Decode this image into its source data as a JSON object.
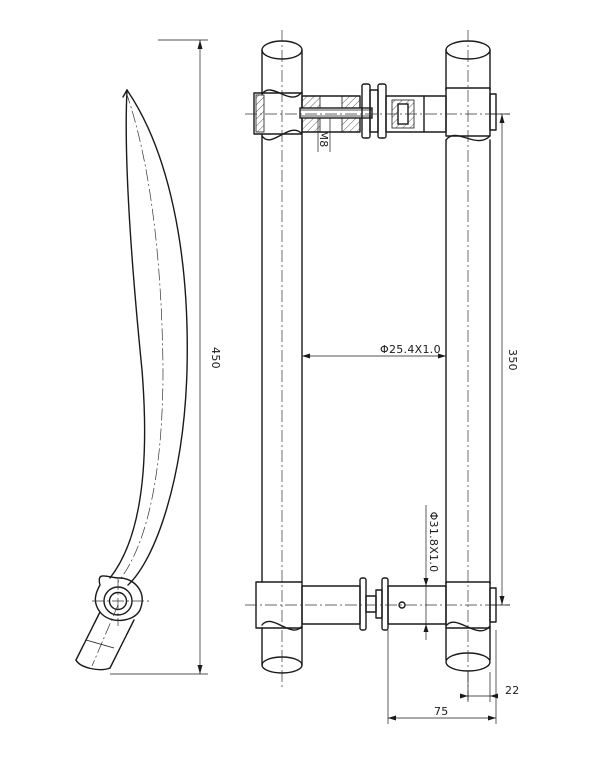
{
  "dimensions": {
    "overall_length": "450",
    "center_distance": "350",
    "bar_diameter": "Φ25.4X1.0",
    "post_diameter": "Φ31.8X1.0",
    "thread": "M8",
    "projection": "75",
    "post_offset": "22"
  }
}
